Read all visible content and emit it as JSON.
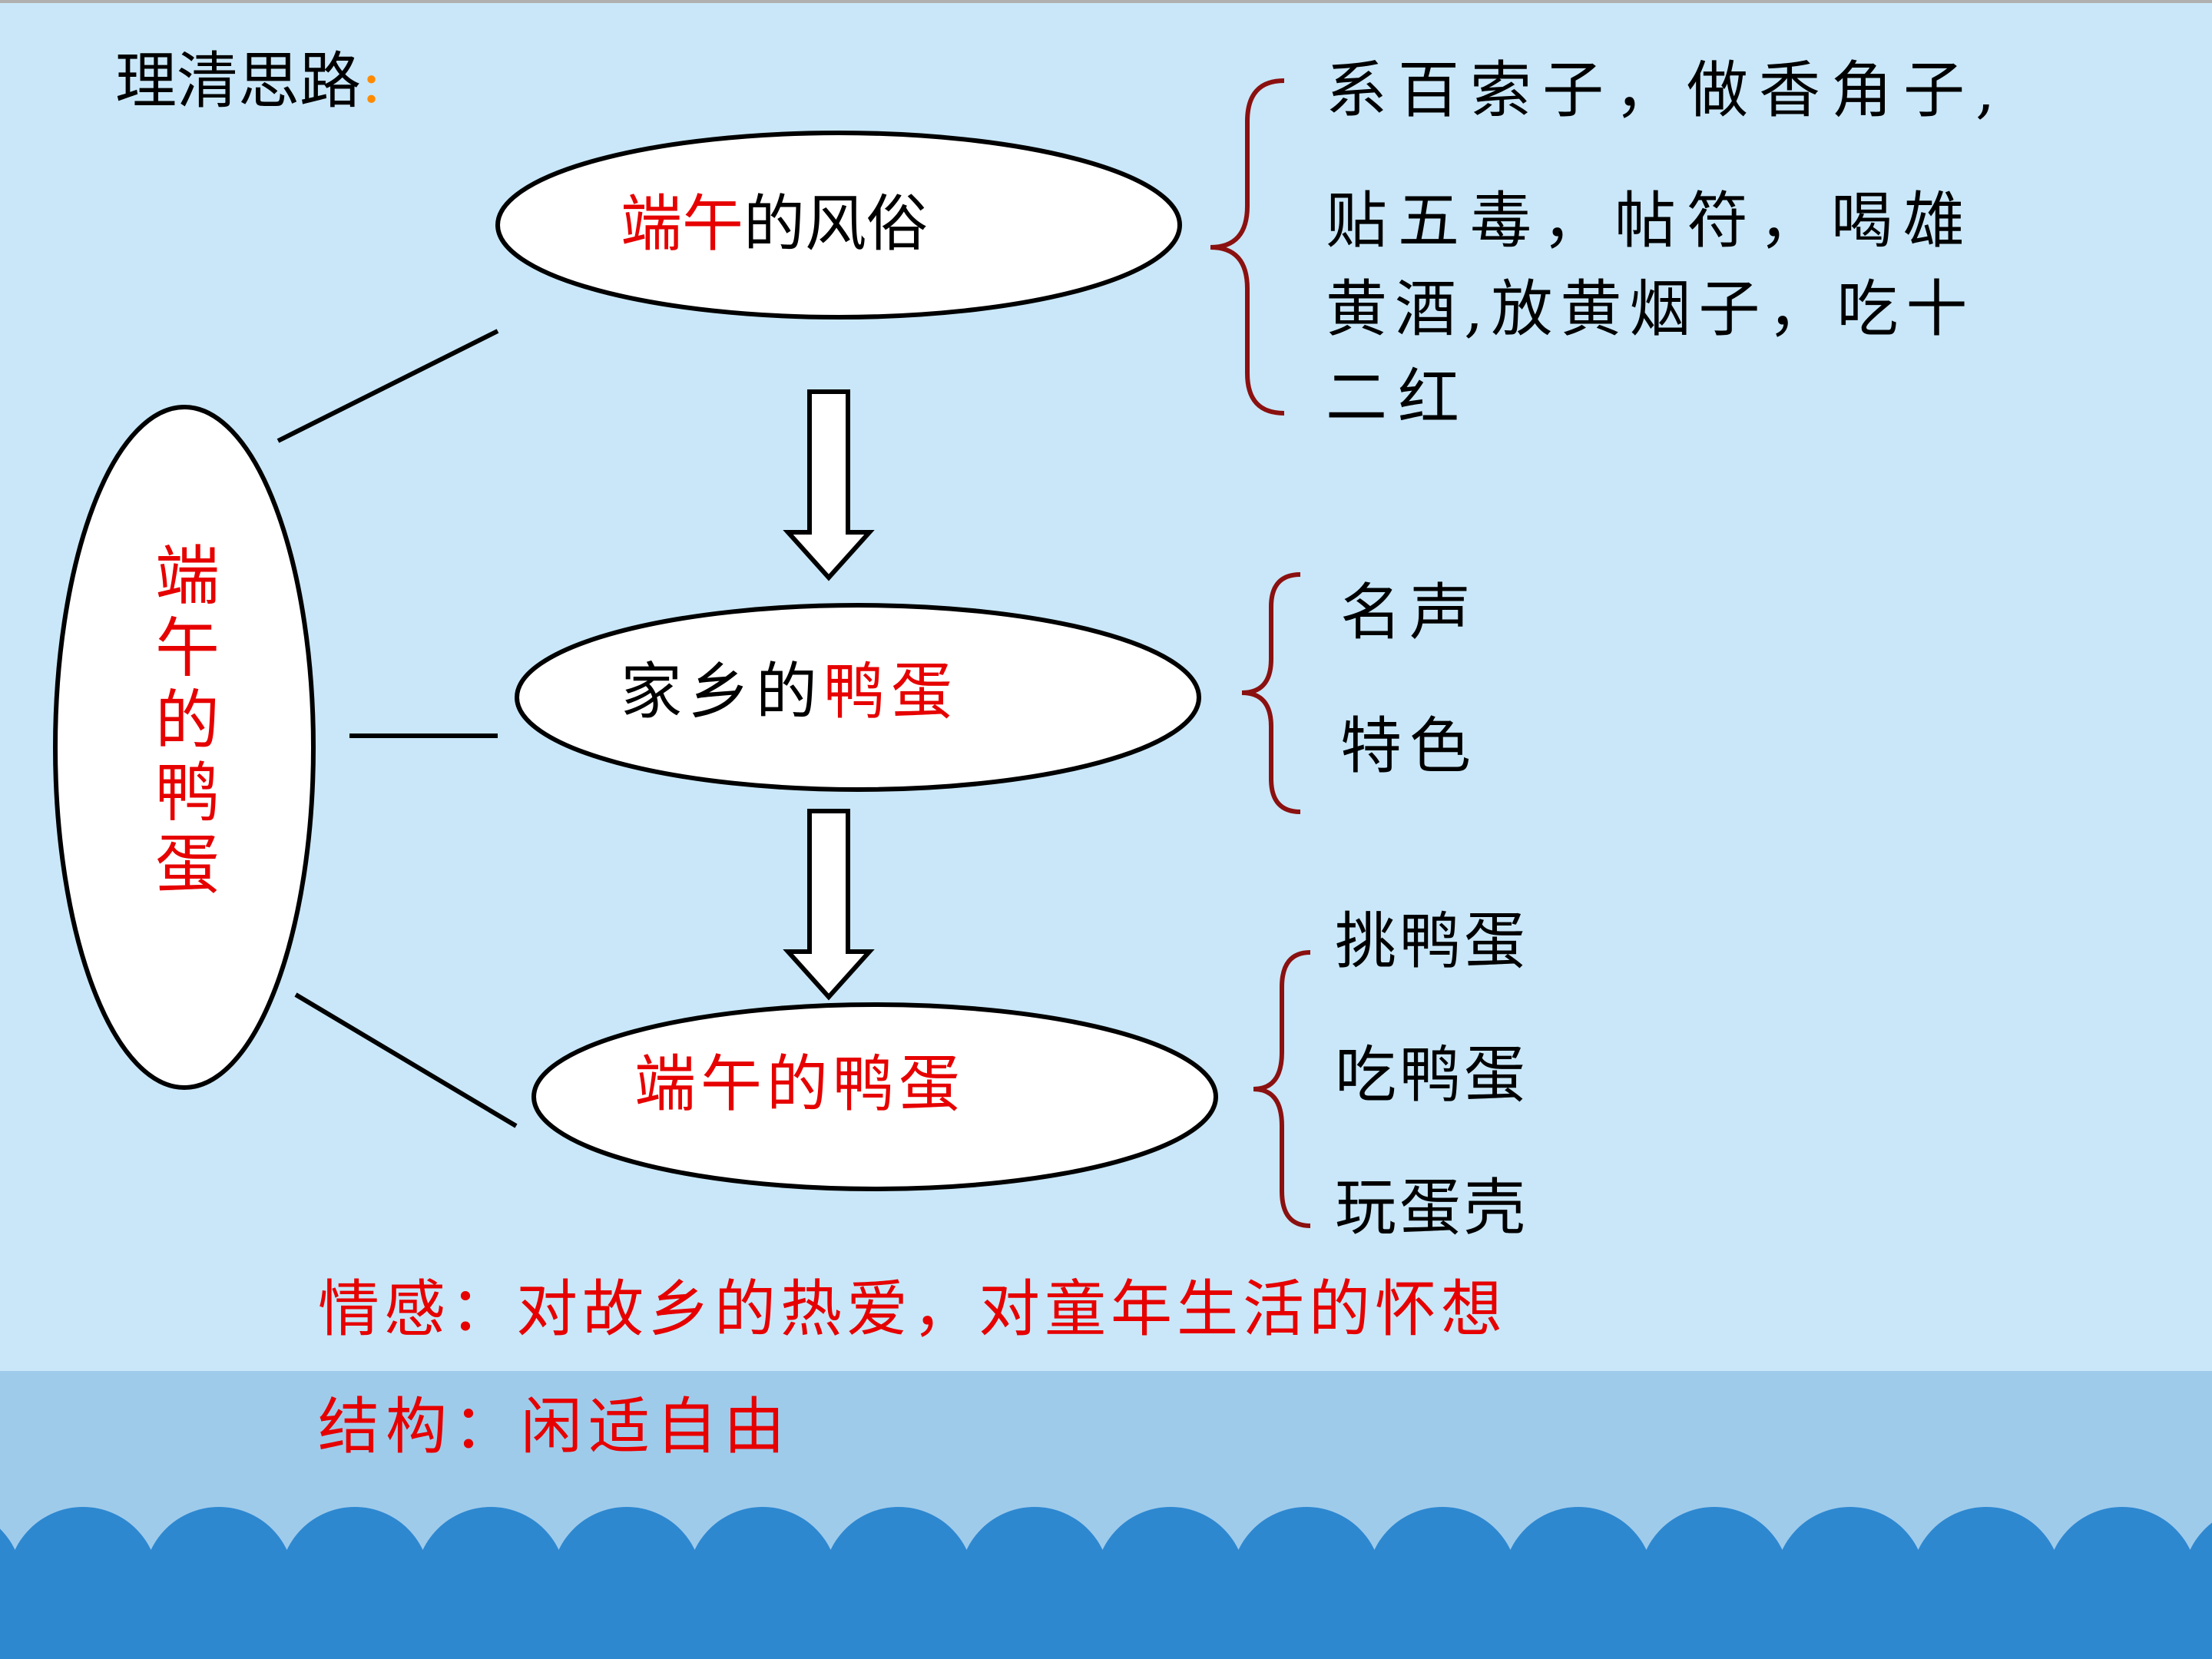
{
  "title": "理清思路",
  "title_colon": ":",
  "center_node": "端午的鸭蛋",
  "nodes": {
    "customs": {
      "red": "端午",
      "black": "的风俗"
    },
    "hometown": {
      "black": "家乡的",
      "red": "鸭蛋"
    },
    "duanwu": {
      "red": "端午的鸭蛋"
    }
  },
  "customs_details": [
    "系百索子，做香角子,",
    "贴五毒，帖符，喝雄",
    "黄酒,放黄烟子，吃十",
    "二红"
  ],
  "hometown_details": [
    "名声",
    "特色"
  ],
  "duanwu_details": [
    "挑鸭蛋",
    "吃鸭蛋",
    "玩蛋壳"
  ],
  "emotion": "情感：对故乡的热爱，对童年生活的怀想",
  "structure": "结构：闲适自由",
  "colors": {
    "background": "#c9e7f8",
    "band": "#9fcbeb",
    "waves": "#2e88d0",
    "accent_red": "#e60000",
    "brace": "#8b1010"
  }
}
